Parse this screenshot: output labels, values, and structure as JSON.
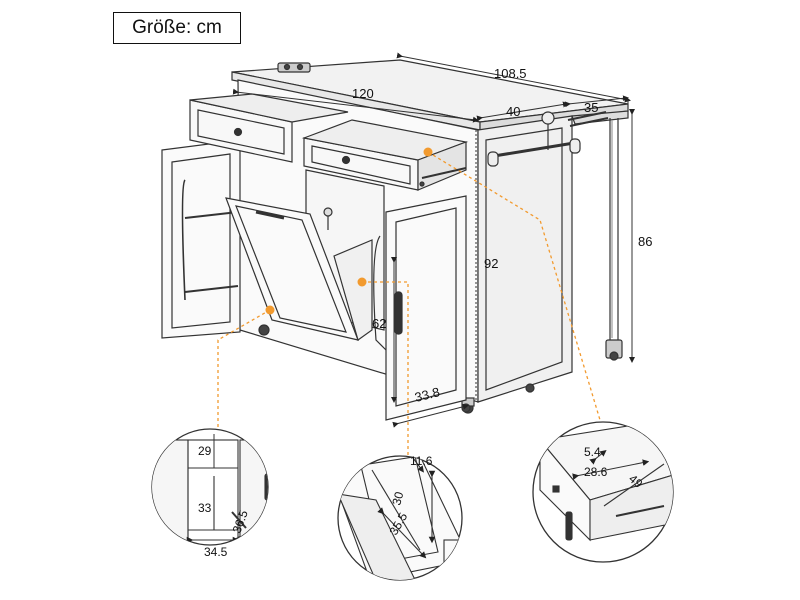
{
  "title": "Größe: cm",
  "dimensions": {
    "top_width": "108.5",
    "top_length": "120",
    "top_depth": "40",
    "extension": "35",
    "total_height": "86",
    "cabinet_height": "92",
    "door_height": "62",
    "door_width": "33.8"
  },
  "details": {
    "trash": {
      "upper": "29",
      "lower": "33",
      "depth": "34.5",
      "angle": "36.5"
    },
    "bin": {
      "top": "11.6",
      "side": "30",
      "base": "35.5"
    },
    "drawer": {
      "height": "5.4",
      "depth": "28.6",
      "length": "49"
    }
  },
  "colors": {
    "line": "#333333",
    "accent": "#f29a2e",
    "fill": "#f4f4f4"
  }
}
